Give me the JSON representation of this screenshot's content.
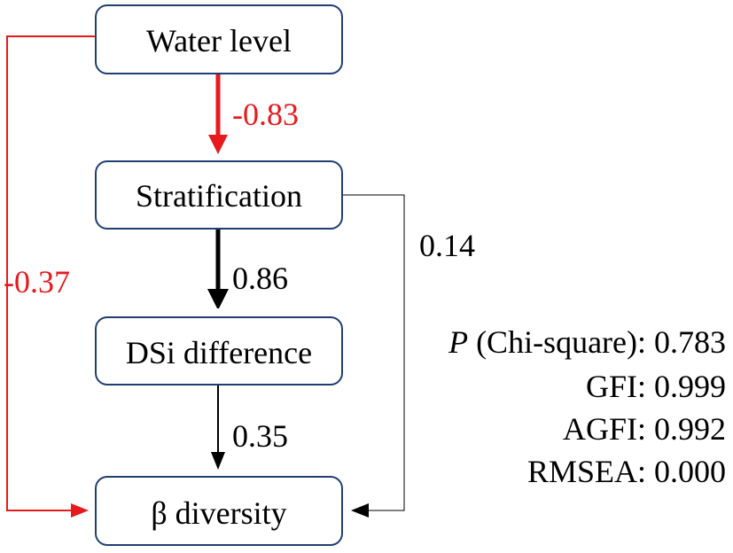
{
  "colors": {
    "negative": "#e8191c",
    "positive": "#000000",
    "node_border": "#1f3f73"
  },
  "nodes": {
    "water_level": "Water level",
    "stratification": "Stratification",
    "dsi_difference": "DSi difference",
    "beta_diversity": "β diversity"
  },
  "paths": {
    "water_to_strat": "-0.83",
    "strat_to_dsi": "0.86",
    "dsi_to_beta": "0.35",
    "strat_to_beta": "0.14",
    "water_to_beta": "-0.37"
  },
  "fit_stats": {
    "p_symbol": "P",
    "p_label": " (Chi-square): 0.783",
    "gfi": "GFI: 0.999",
    "agfi": "AGFI: 0.992",
    "rmsea": "RMSEA: 0.000"
  }
}
